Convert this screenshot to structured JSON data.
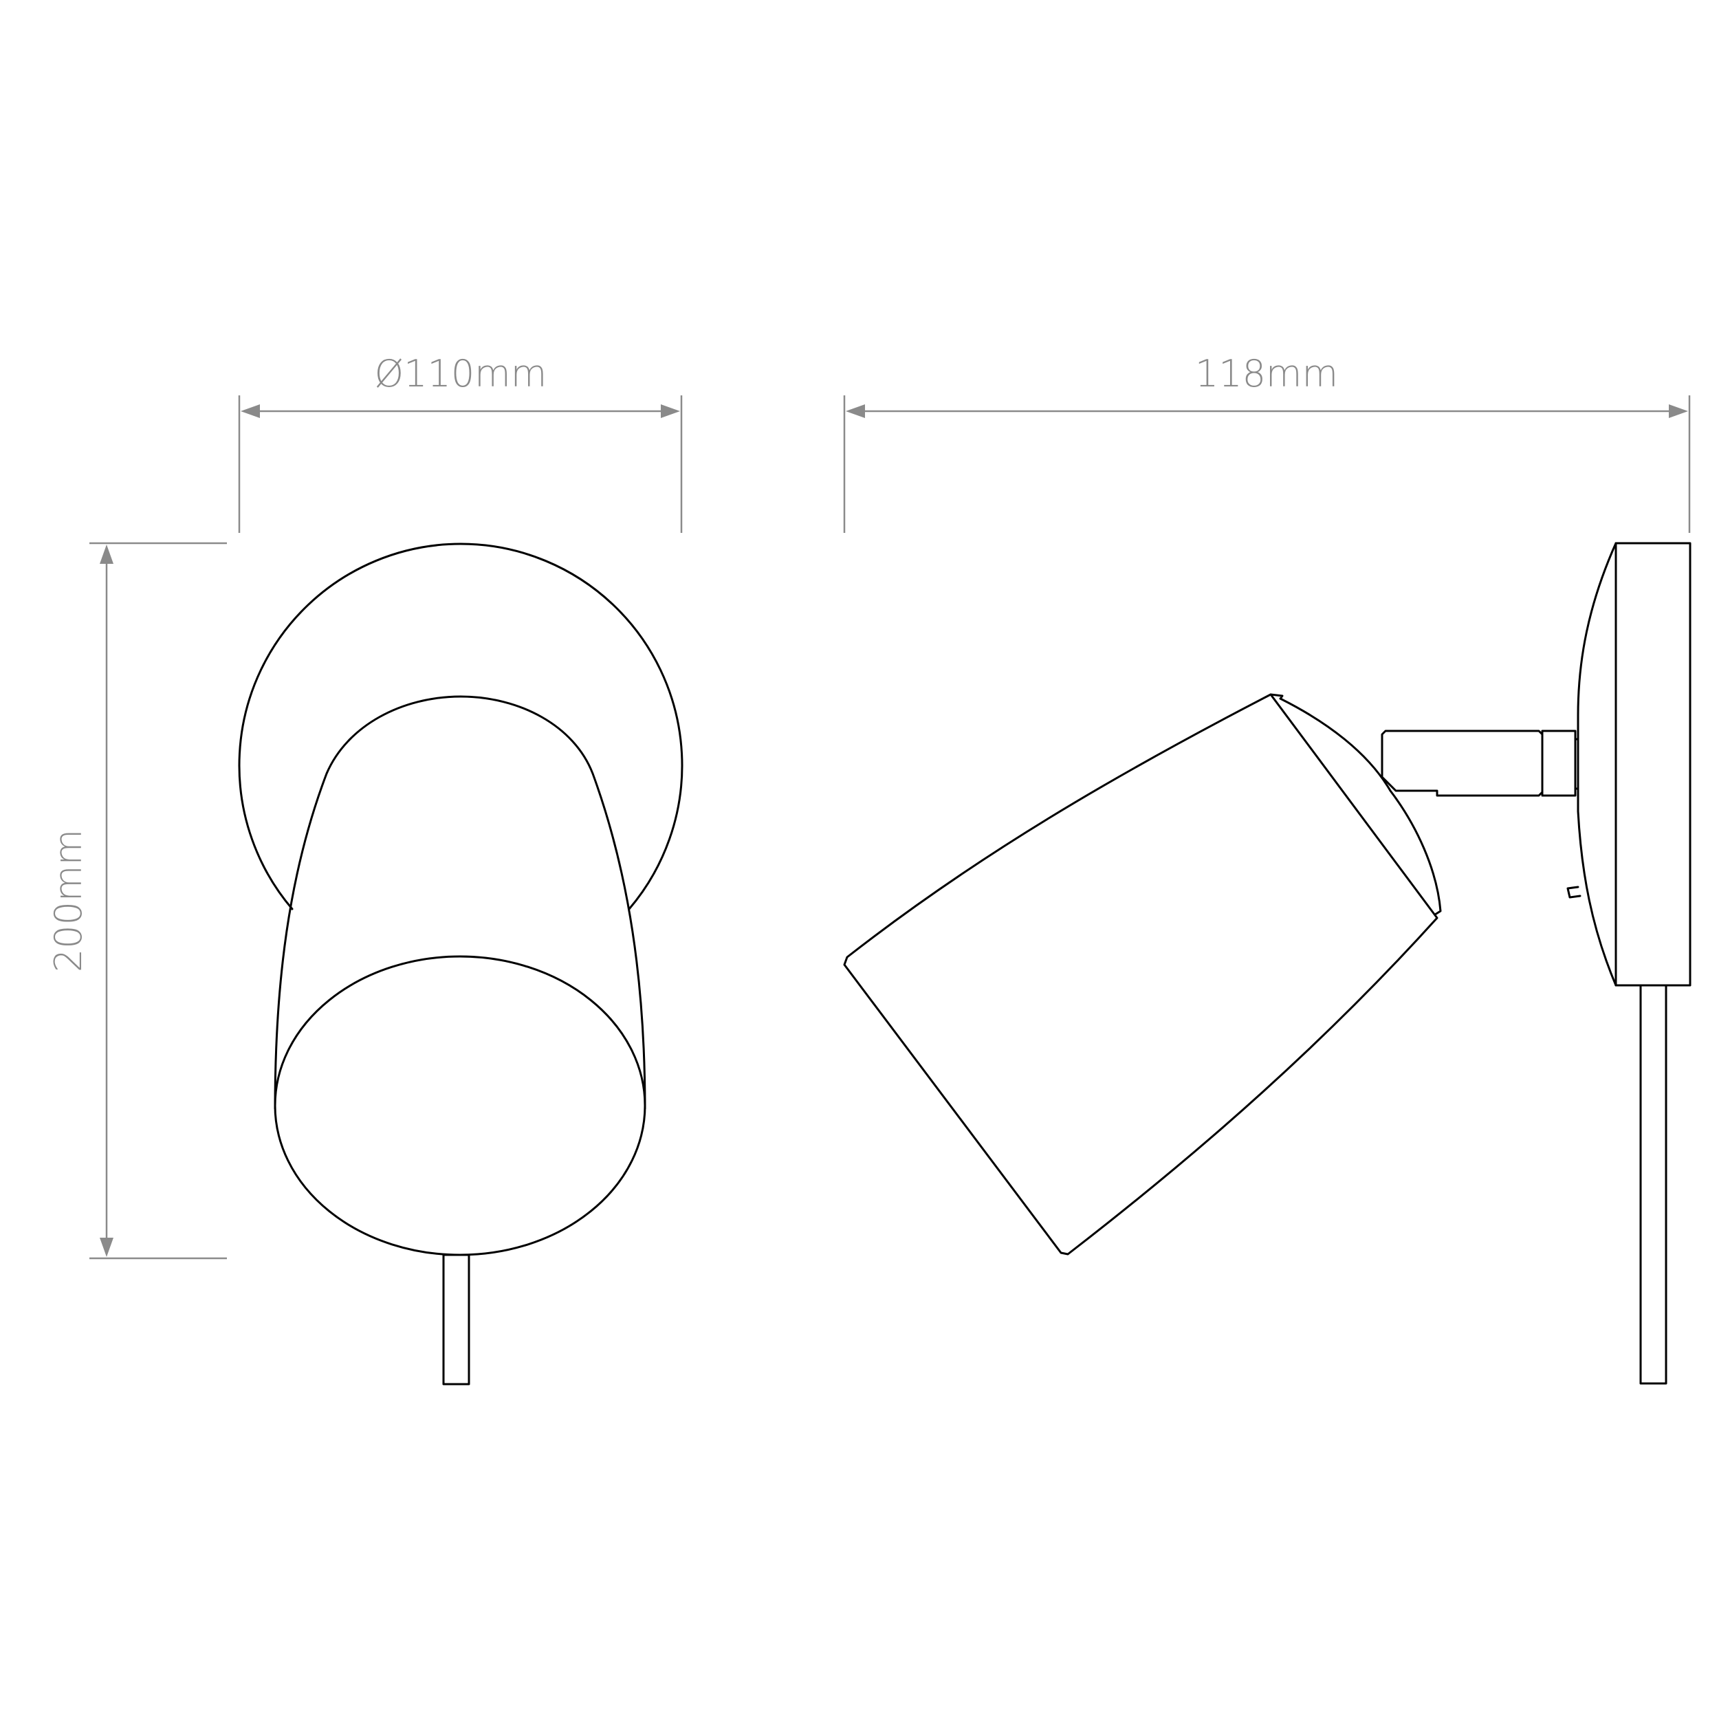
{
  "dimensions": {
    "diameter": "Ø110mm",
    "depth": "118mm",
    "height": "200mm"
  },
  "colors": {
    "outline": "#000000",
    "dimension": "#8a8a8a",
    "background": "#ffffff"
  }
}
